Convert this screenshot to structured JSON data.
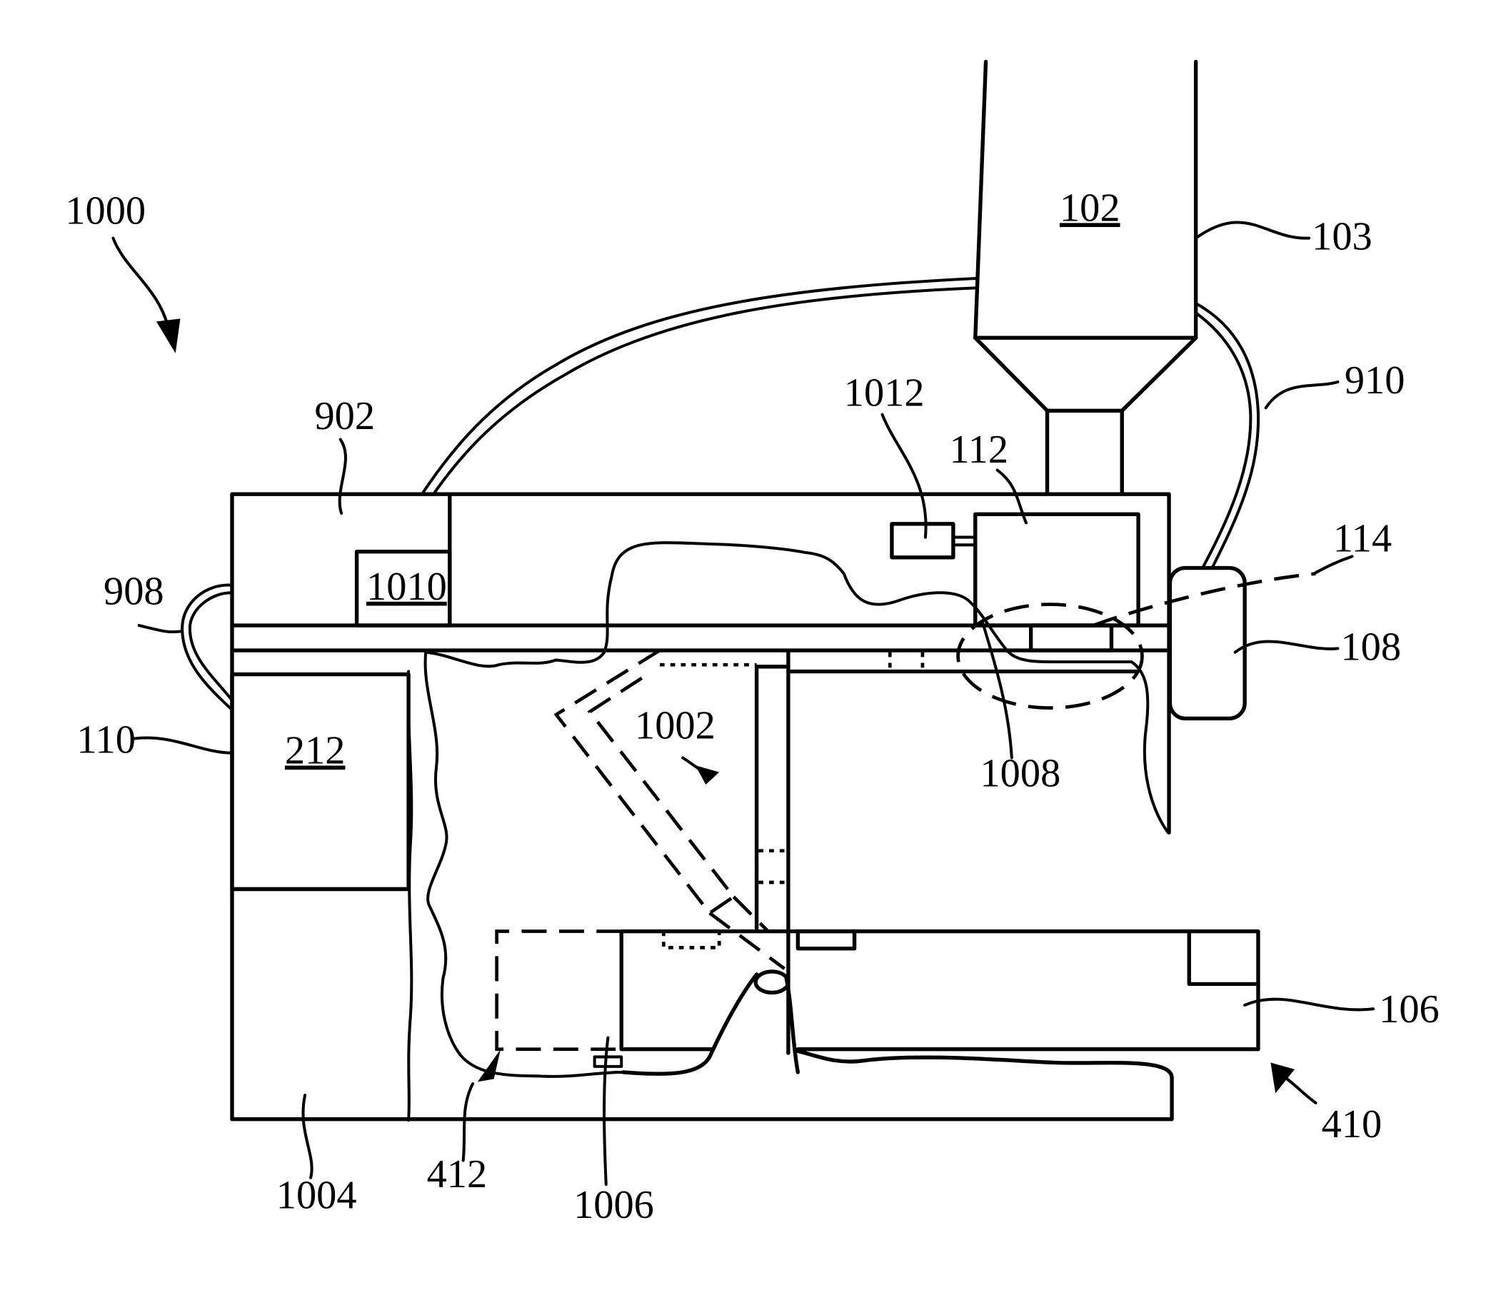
{
  "labels": {
    "l1000": "1000",
    "l102": "102",
    "l103": "103",
    "l910": "910",
    "l1012": "1012",
    "l902": "902",
    "l112": "112",
    "l114": "114",
    "l908": "908",
    "l1010": "1010",
    "l108": "108",
    "l110": "110",
    "l212": "212",
    "l1002": "1002",
    "l1008": "1008",
    "l106": "106",
    "l410": "410",
    "l1004": "1004",
    "l412": "412",
    "l1006": "1006"
  }
}
